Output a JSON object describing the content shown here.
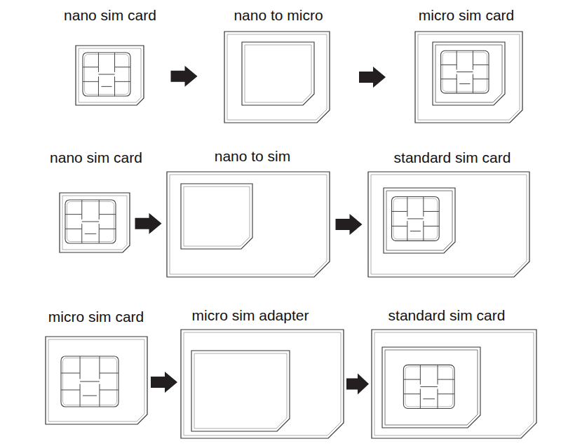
{
  "diagram": {
    "nodes": [
      {
        "text": [
          "nano sim card"
        ]
      },
      {
        "text": [
          "nano to micro"
        ]
      },
      {
        "text": [
          "micro sim card"
        ]
      },
      {
        "text": [
          "nano sim card"
        ]
      },
      {
        "text": [
          "nano to sim"
        ]
      },
      {
        "text": [
          "standard sim card"
        ]
      },
      {
        "text": [
          "micro sim card"
        ]
      },
      {
        "text": [
          "micro sim adapter"
        ]
      },
      {
        "text": [
          "standard sim card"
        ]
      }
    ],
    "edges": [
      {
        "from": 0,
        "to": 1,
        "arrow": "to"
      },
      {
        "from": 1,
        "to": 2,
        "arrow": "to"
      },
      {
        "from": 3,
        "to": 4,
        "arrow": "to"
      },
      {
        "from": 4,
        "to": 5,
        "arrow": "to"
      },
      {
        "from": 6,
        "to": 7,
        "arrow": "to"
      },
      {
        "from": 7,
        "to": 8,
        "arrow": "to"
      }
    ]
  }
}
